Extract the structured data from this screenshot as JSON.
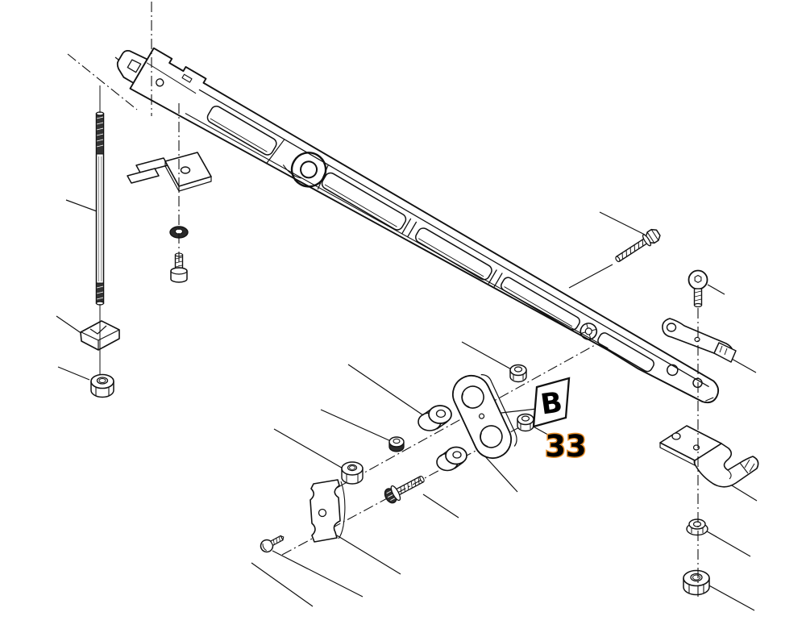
{
  "diagram": {
    "kind": "exploded-parts-diagram",
    "callouts": {
      "detail_ref": "B",
      "part_number": "33"
    },
    "colors": {
      "line": "#111111",
      "background": "#ffffff",
      "callout_text": "#000000",
      "callout_halo": "#e8912d"
    },
    "parts": [
      "support-arm-beam",
      "threaded-rod",
      "clamp-finger-bracket",
      "grommet-washer",
      "socket-bolt",
      "wedge-clamp",
      "hex-nut",
      "hex-lag-bolt",
      "button-head-bolt",
      "strap-bracket",
      "hook-bracket",
      "flange-nut",
      "link-plate",
      "spacer-bushing",
      "serrated-flange-bolt",
      "scalloped-clamp-plate",
      "pan-head-screw"
    ]
  }
}
